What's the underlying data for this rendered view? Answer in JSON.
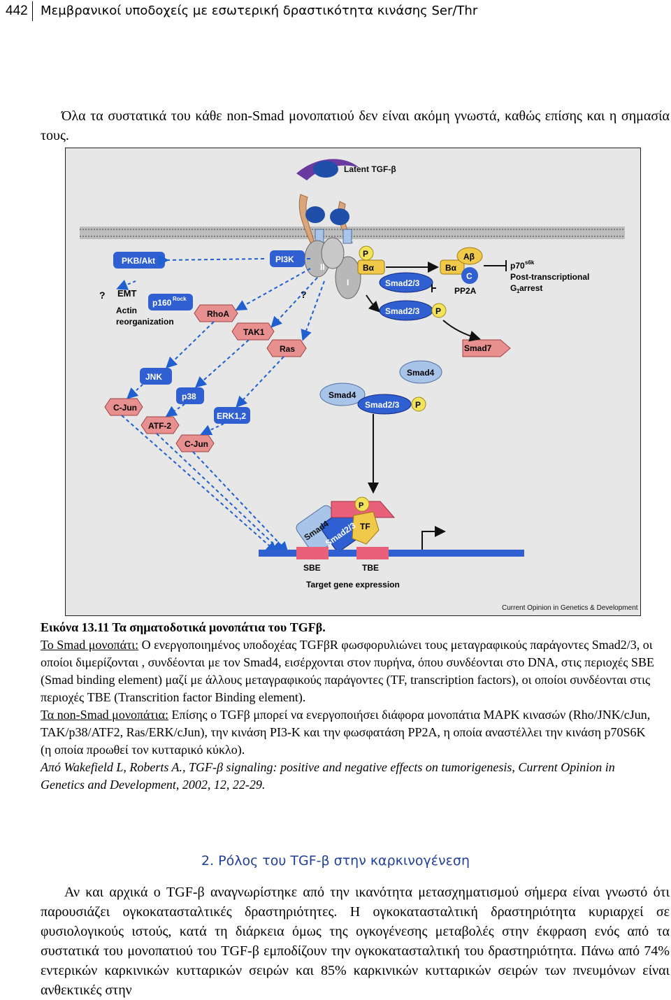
{
  "header": {
    "page_number": "442",
    "chapter_title": "Μεμβρανικοί υποδοχείς με εσωτερική δραστικότητα κινάσης Ser/Thr"
  },
  "intro_paragraph": "Όλα τα συστατικά του κάθε non-Smad μονοπατιού δεν είναι ακόμη γνωστά, καθώς επίσης και η σημασία τους.",
  "figure": {
    "labels": {
      "latent": "Latent TGF-β",
      "pkb": "PKB/Akt",
      "pi3k": "PI3K",
      "emt": "EMT",
      "actin1": "Actin",
      "actin2": "reorganization",
      "p160": "p160",
      "p160_sup": "Rock",
      "rhoa": "RhoA",
      "tak1": "TAK1",
      "ras": "Ras",
      "jnk": "JNK",
      "p38": "p38",
      "cjun1": "C-Jun",
      "atf2": "ATF-2",
      "erk": "ERK1,2",
      "cjun2": "C-Jun",
      "rII": "II",
      "rI": "I",
      "P": "P",
      "ba": "Bα",
      "smad23a": "Smad2/3",
      "smad23b": "Smad2/3",
      "ab": "Aβ",
      "ba2": "Bα",
      "c": "C",
      "pp2a": "PP2A",
      "p70": "p70",
      "p70_sup": "s6k",
      "post": "Post-transcriptional",
      "g1": "G",
      "g1_sub": "1",
      "g1_rest": " arrest",
      "smad7": "Smad7",
      "smad4a": "Smad4",
      "smad4b": "Smad4",
      "smad23c": "Smad2/3",
      "smad4n": "Smad4",
      "smad23n": "Smad2/3",
      "tf": "TF",
      "sbe": "SBE",
      "tbe": "TBE",
      "target": "Target gene expression",
      "q": "?",
      "credit": "Current Opinion in Genetics & Development"
    }
  },
  "caption": {
    "title": "Εικόνα 13.11 Τα σηματοδοτικά μονοπάτια του TGFβ.",
    "smad_label": "Το Smad μονοπάτι:",
    "smad_text": " Ο ενεργοποιημένος υποδοχέας TGFβR φωσφορυλιώνει τους μεταγραφικούς παράγοντες Smad2/3, οι οποίοι διμερίζονται , συνδέονται με τον Smad4, εισέρχονται στον πυρήνα, όπου συνδέονται στο DNA, στις περιοχές SBE (Smad binding element) μαζί με άλλους μεταγραφικούς παράγοντες (TF, transcription factors), οι οποίοι συνδέονται στις περιοχές TBE (Transcrition factor Binding element).",
    "nonsmad_label": "Τα non-Smad μονοπάτια:",
    "nonsmad_text": " Επίσης ο TGFβ μπορεί να ενεργοποιήσει διάφορα μονοπάτια MAPK κινασών (Rho/JNK/cJun, TAK/p38/ATF2, Ras/ERK/cJun), την κινάση PI3-K και την φωσφατάση PP2A, η οποία αναστέλλει την κινάση p70S6K (η οποία προωθεί τον κυτταρικό κύκλο).",
    "reference": "Από Wakefield L, Roberts A., TGF-β signaling: positive and negative effects on tumorigenesis, Current Opinion in Genetics and Development, 2002, 12, 22-29."
  },
  "section_heading": "2. Ρόλος του TGF-β στην καρκινογένεση",
  "body_paragraph": "Αν και αρχικά ο TGF-β αναγνωρίστηκε από την ικανότητα μετασχηματισμού σήμερα είναι γνωστό ότι παρουσιάζει ογκοκατασταλτικές δραστηριότητες. Η ογκοκατασταλτική δραστηριότητα κυριαρχεί σε φυσιολογικούς ιστούς, κατά τη διάρκεια όμως της ογκογένεσης μεταβολές στην έκφραση ενός από τα συστατικά του μονοπατιού του TGF-β εμποδίζουν την ογκοκατασταλτική του δραστηριότητα. Πάνω από 74% εντερικών καρκινικών κυτταρικών σειρών και 85% καρκινικών κυτταρικών σειρών των πνευμόνων είναι ανθεκτικές στην"
}
